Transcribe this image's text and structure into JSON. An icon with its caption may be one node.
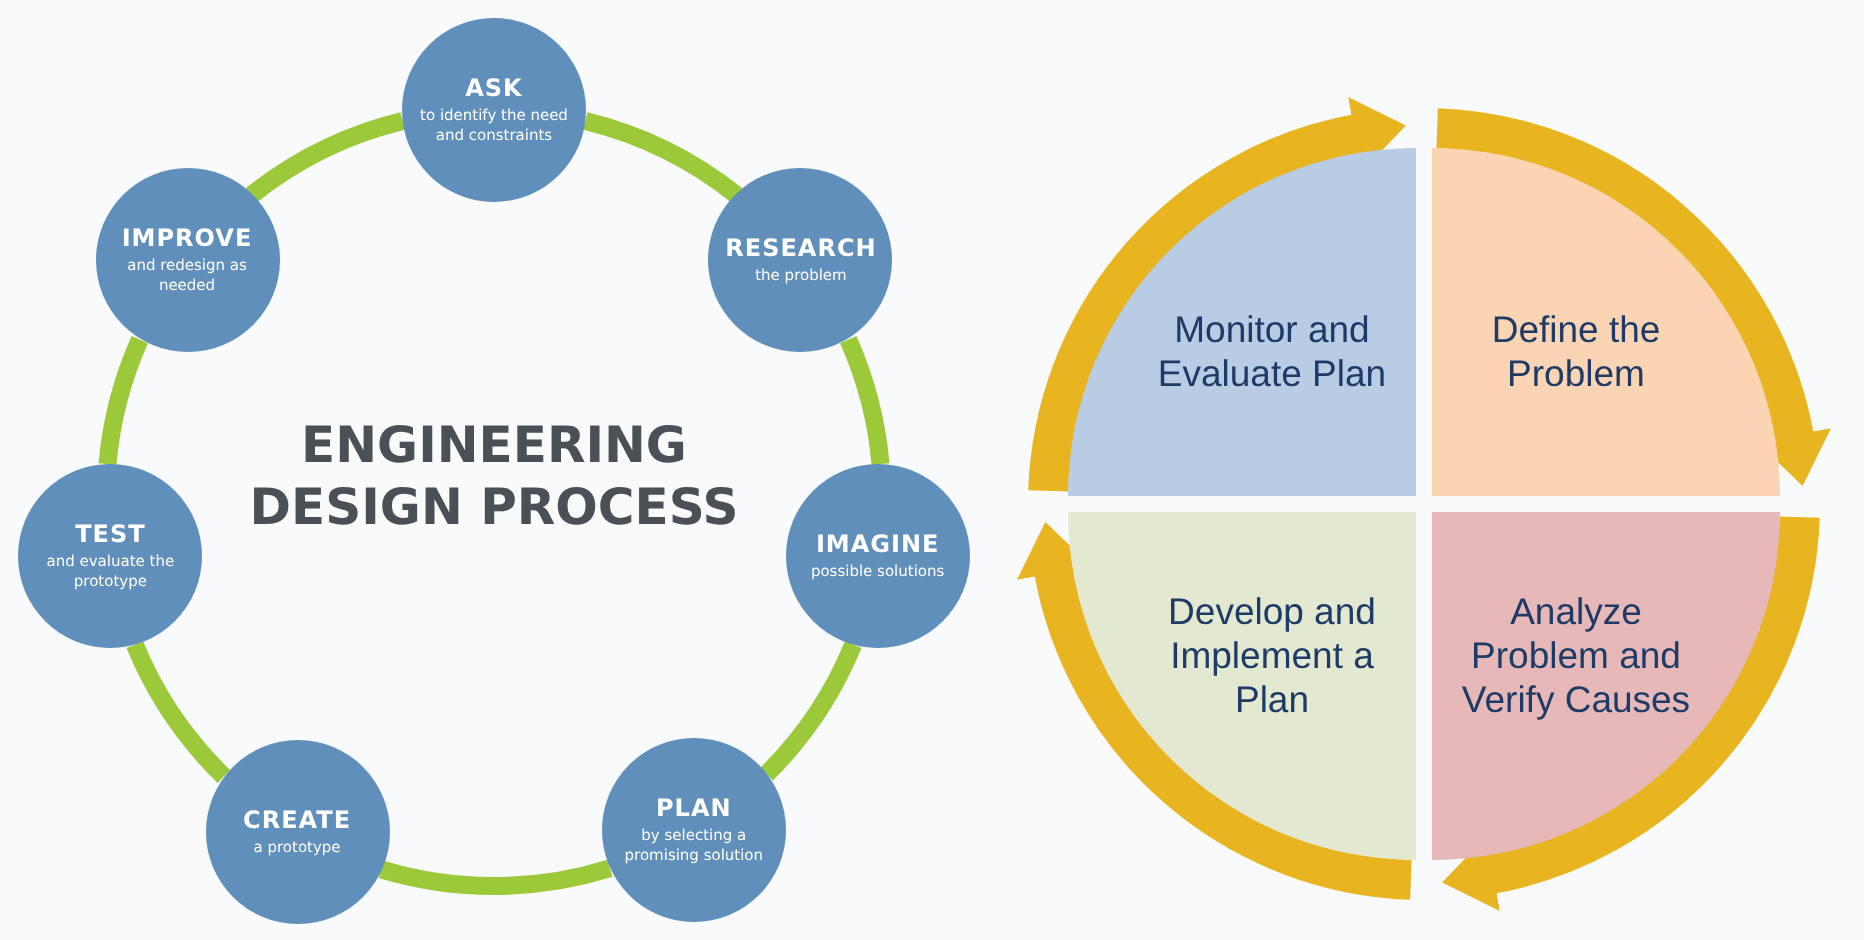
{
  "diagram": {
    "nodes": [
      {
        "text": [
          "ASK",
          "to identify the need and constraints"
        ]
      },
      {
        "text": [
          "RESEARCH",
          "the problem"
        ]
      },
      {
        "text": [
          "IMAGINE",
          "possible solutions"
        ]
      },
      {
        "text": [
          "PLAN",
          "by selecting a promising solution"
        ]
      },
      {
        "text": [
          "CREATE",
          "a prototype"
        ]
      },
      {
        "text": [
          "TEST",
          "and evaluate the prototype"
        ]
      },
      {
        "text": [
          "IMPROVE",
          "and redesign as needed"
        ]
      },
      {
        "text": [
          "Monitor and Evaluate Plan"
        ]
      },
      {
        "text": [
          "Define the Problem"
        ]
      },
      {
        "text": [
          "Develop and Implement a Plan"
        ]
      },
      {
        "text": [
          "Analyze Problem and Verify Causes"
        ]
      }
    ],
    "edges": [
      {
        "from": 0,
        "to": 1,
        "arrow": "none"
      },
      {
        "from": 1,
        "to": 2,
        "arrow": "none"
      },
      {
        "from": 2,
        "to": 3,
        "arrow": "none"
      },
      {
        "from": 3,
        "to": 4,
        "arrow": "none"
      },
      {
        "from": 4,
        "to": 5,
        "arrow": "none"
      },
      {
        "from": 5,
        "to": 6,
        "arrow": "none"
      },
      {
        "from": 6,
        "to": 0,
        "arrow": "none"
      },
      {
        "from": 7,
        "to": 8,
        "arrow": "to",
        "style": "thick",
        "color": "#e8b420"
      },
      {
        "from": 8,
        "to": 10,
        "arrow": "to",
        "style": "thick",
        "color": "#e8b420"
      },
      {
        "from": 10,
        "to": 9,
        "arrow": "to",
        "style": "thick",
        "color": "#e8b420"
      },
      {
        "from": 9,
        "to": 7,
        "arrow": "to",
        "style": "thick",
        "color": "#e8b420"
      }
    ],
    "title": "ENGINEERING DESIGN PROCESS"
  }
}
